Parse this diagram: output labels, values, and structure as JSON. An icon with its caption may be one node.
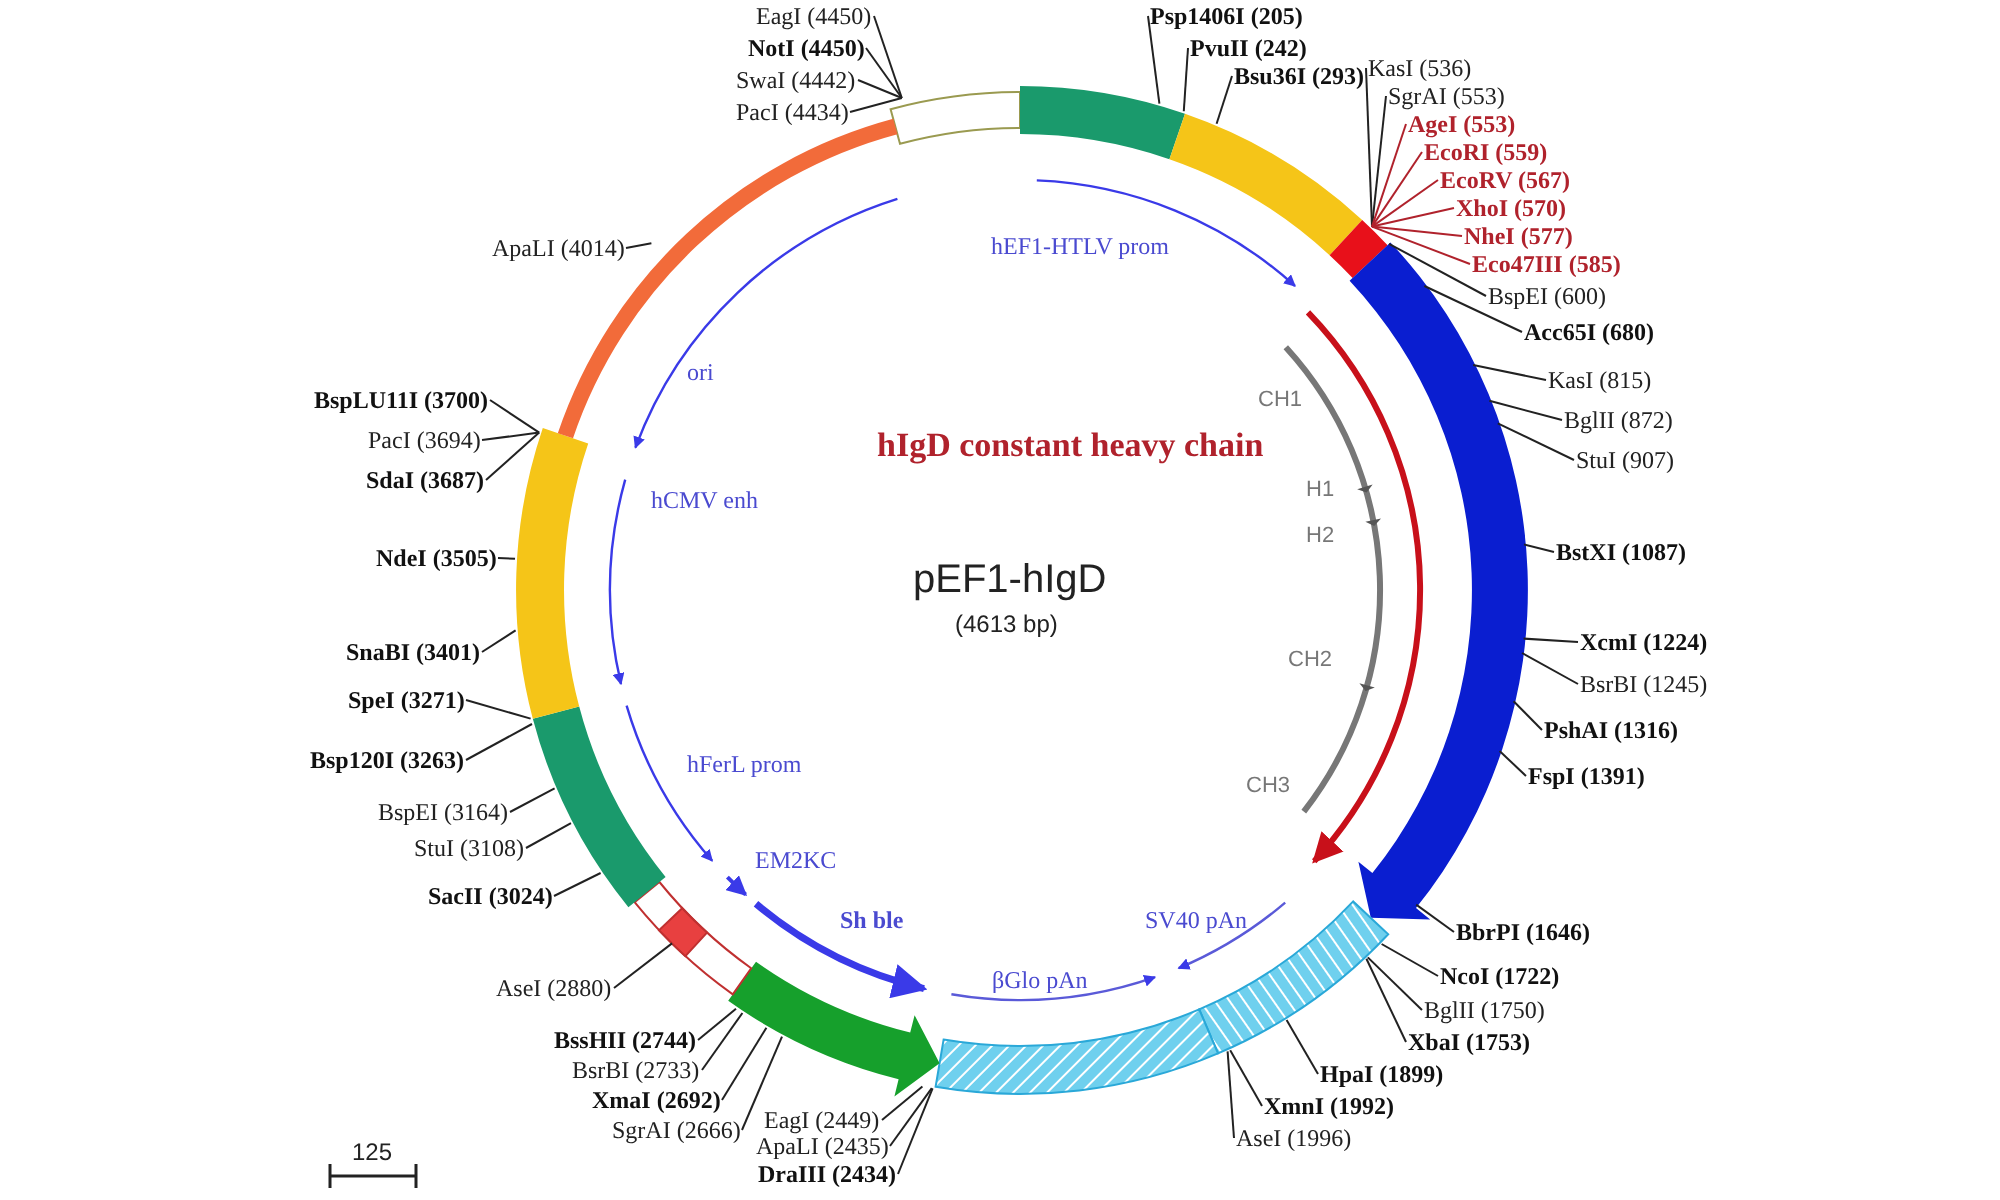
{
  "diagram": {
    "title": "pEF1-hIgD",
    "nodes": [
      {
        "text": [
          "EagI (4450)"
        ]
      },
      {
        "text": [
          "NotI (4450)"
        ]
      },
      {
        "text": [
          "SwaI (4442)"
        ]
      },
      {
        "text": [
          "PacI (4434)"
        ]
      },
      {
        "text": [
          "ApaLI (4014)"
        ]
      },
      {
        "text": [
          "BspLU11I (3700)"
        ]
      },
      {
        "text": [
          "PacI (3694)"
        ]
      },
      {
        "text": [
          "SdaI (3687)"
        ]
      },
      {
        "text": [
          "NdeI (3505)"
        ]
      },
      {
        "text": [
          "SnaBI (3401)"
        ]
      },
      {
        "text": [
          "SpeI (3271)"
        ]
      },
      {
        "text": [
          "Bsp120I (3263)"
        ]
      },
      {
        "text": [
          "BspEI (3164)"
        ]
      },
      {
        "text": [
          "StuI (3108)"
        ]
      },
      {
        "text": [
          "SacII (3024)"
        ]
      },
      {
        "text": [
          "AseI (2880)"
        ]
      },
      {
        "text": [
          "BssHII (2744)"
        ]
      },
      {
        "text": [
          "BsrBI (2733)"
        ]
      },
      {
        "text": [
          "XmaI (2692)"
        ]
      },
      {
        "text": [
          "SgrAI (2666)"
        ]
      },
      {
        "text": [
          "EagI (2449)"
        ]
      },
      {
        "text": [
          "ApaLI (2435)"
        ]
      },
      {
        "text": [
          "DraIII (2434)"
        ]
      },
      {
        "text": [
          "Psp1406I (205)"
        ]
      },
      {
        "text": [
          "PvuII (242)"
        ]
      },
      {
        "text": [
          "Bsu36I (293)"
        ]
      },
      {
        "text": [
          "KasI (536)"
        ]
      },
      {
        "text": [
          "SgrAI (553)"
        ]
      },
      {
        "text": [
          "AgeI (553)"
        ]
      },
      {
        "text": [
          "EcoRI (559)"
        ]
      },
      {
        "text": [
          "EcoRV (567)"
        ]
      },
      {
        "text": [
          "XhoI (570)"
        ]
      },
      {
        "text": [
          "NheI (577)"
        ]
      },
      {
        "text": [
          "Eco47III (585)"
        ]
      },
      {
        "text": [
          "BspEI (600)"
        ]
      },
      {
        "text": [
          "Acc65I (680)"
        ]
      },
      {
        "text": [
          "KasI (815)"
        ]
      },
      {
        "text": [
          "BglII (872)"
        ]
      },
      {
        "text": [
          "StuI (907)"
        ]
      },
      {
        "text": [
          "BstXI (1087)"
        ]
      },
      {
        "text": [
          "XcmI (1224)"
        ]
      },
      {
        "text": [
          "BsrBI (1245)"
        ]
      },
      {
        "text": [
          "PshAI (1316)"
        ]
      },
      {
        "text": [
          "FspI (1391)"
        ]
      },
      {
        "text": [
          "BbrPI (1646)"
        ]
      },
      {
        "text": [
          "NcoI (1722)"
        ]
      },
      {
        "text": [
          "BglII (1750)"
        ]
      },
      {
        "text": [
          "XbaI (1753)"
        ]
      },
      {
        "text": [
          "HpaI (1899)"
        ]
      },
      {
        "text": [
          "XmnI (1992)"
        ]
      },
      {
        "text": [
          "AseI (1996)"
        ]
      },
      {
        "text": [],
        "shape": "box"
      }
    ],
    "edges": [
      {
        "from": 0,
        "to": null,
        "arrow": "none"
      },
      {
        "from": 1,
        "to": null,
        "arrow": "none"
      },
      {
        "from": 2,
        "to": null,
        "arrow": "none"
      },
      {
        "from": 3,
        "to": null,
        "arrow": "none"
      },
      {
        "from": 4,
        "to": null,
        "arrow": "none"
      },
      {
        "from": 5,
        "to": null,
        "arrow": "none"
      },
      {
        "from": 6,
        "to": null,
        "arrow": "none"
      },
      {
        "from": 7,
        "to": null,
        "arrow": "none"
      },
      {
        "from": 8,
        "to": null,
        "arrow": "none"
      },
      {
        "from": 9,
        "to": null,
        "arrow": "none"
      },
      {
        "from": 10,
        "to": null,
        "arrow": "none"
      },
      {
        "from": 11,
        "to": null,
        "arrow": "none"
      },
      {
        "from": 12,
        "to": null,
        "arrow": "none"
      },
      {
        "from": 13,
        "to": null,
        "arrow": "none"
      },
      {
        "from": 14,
        "to": null,
        "arrow": "none"
      },
      {
        "from": 15,
        "to": 51,
        "arrow": "none"
      },
      {
        "from": 16,
        "to": null,
        "arrow": "none"
      },
      {
        "from": 17,
        "to": null,
        "arrow": "none"
      },
      {
        "from": 18,
        "to": null,
        "arrow": "none"
      },
      {
        "from": 19,
        "to": null,
        "arrow": "none"
      },
      {
        "from": 20,
        "to": null,
        "arrow": "none"
      },
      {
        "from": 21,
        "to": null,
        "arrow": "none"
      },
      {
        "from": 22,
        "to": null,
        "arrow": "none"
      },
      {
        "from": 23,
        "to": null,
        "arrow": "none"
      },
      {
        "from": 24,
        "to": null,
        "arrow": "none"
      },
      {
        "from": 25,
        "to": null,
        "arrow": "none"
      },
      {
        "from": 26,
        "to": null,
        "arrow": "none"
      },
      {
        "from": 27,
        "to": null,
        "arrow": "none"
      },
      {
        "from": 28,
        "to": null,
        "arrow": "none",
        "color": "#b0222c"
      },
      {
        "from": 29,
        "to": null,
        "arrow": "none",
        "color": "#b0222c"
      },
      {
        "from": 30,
        "to": null,
        "arrow": "none",
        "color": "#b0222c"
      },
      {
        "from": 31,
        "to": null,
        "arrow": "none",
        "color": "#b0222c"
      },
      {
        "from": 32,
        "to": null,
        "arrow": "none",
        "color": "#b0222c"
      },
      {
        "from": 33,
        "to": null,
        "arrow": "none",
        "color": "#b0222c"
      },
      {
        "from": 34,
        "to": null,
        "arrow": "none"
      },
      {
        "from": 35,
        "to": null,
        "arrow": "none"
      },
      {
        "from": 36,
        "to": null,
        "arrow": "none"
      },
      {
        "from": 37,
        "to": null,
        "arrow": "none"
      },
      {
        "from": 38,
        "to": null,
        "arrow": "none"
      },
      {
        "from": 39,
        "to": null,
        "arrow": "none"
      },
      {
        "from": 40,
        "to": null,
        "arrow": "none"
      },
      {
        "from": 41,
        "to": null,
        "arrow": "none"
      },
      {
        "from": 42,
        "to": null,
        "arrow": "none"
      },
      {
        "from": 43,
        "to": null,
        "arrow": "none"
      },
      {
        "from": 44,
        "to": null,
        "arrow": "none"
      },
      {
        "from": 45,
        "to": null,
        "arrow": "none"
      },
      {
        "from": 46,
        "to": null,
        "arrow": "none"
      },
      {
        "from": 47,
        "to": null,
        "arrow": "none"
      },
      {
        "from": 48,
        "to": null,
        "arrow": "none"
      },
      {
        "from": 49,
        "to": null,
        "arrow": "none"
      },
      {
        "from": 50,
        "to": null,
        "arrow": "none"
      }
    ],
    "labels": [
      "hEF1-HTLV prom",
      "ori",
      "hIgD constant heavy chain",
      "CH1",
      "hCMV enh",
      "H1",
      "H2",
      "(4613 bp)",
      "CH2",
      "hFerL prom",
      "CH3",
      "EM2KC",
      "SV40 pAn",
      "Sh ble",
      "βGlo pAn",
      "125"
    ]
  }
}
